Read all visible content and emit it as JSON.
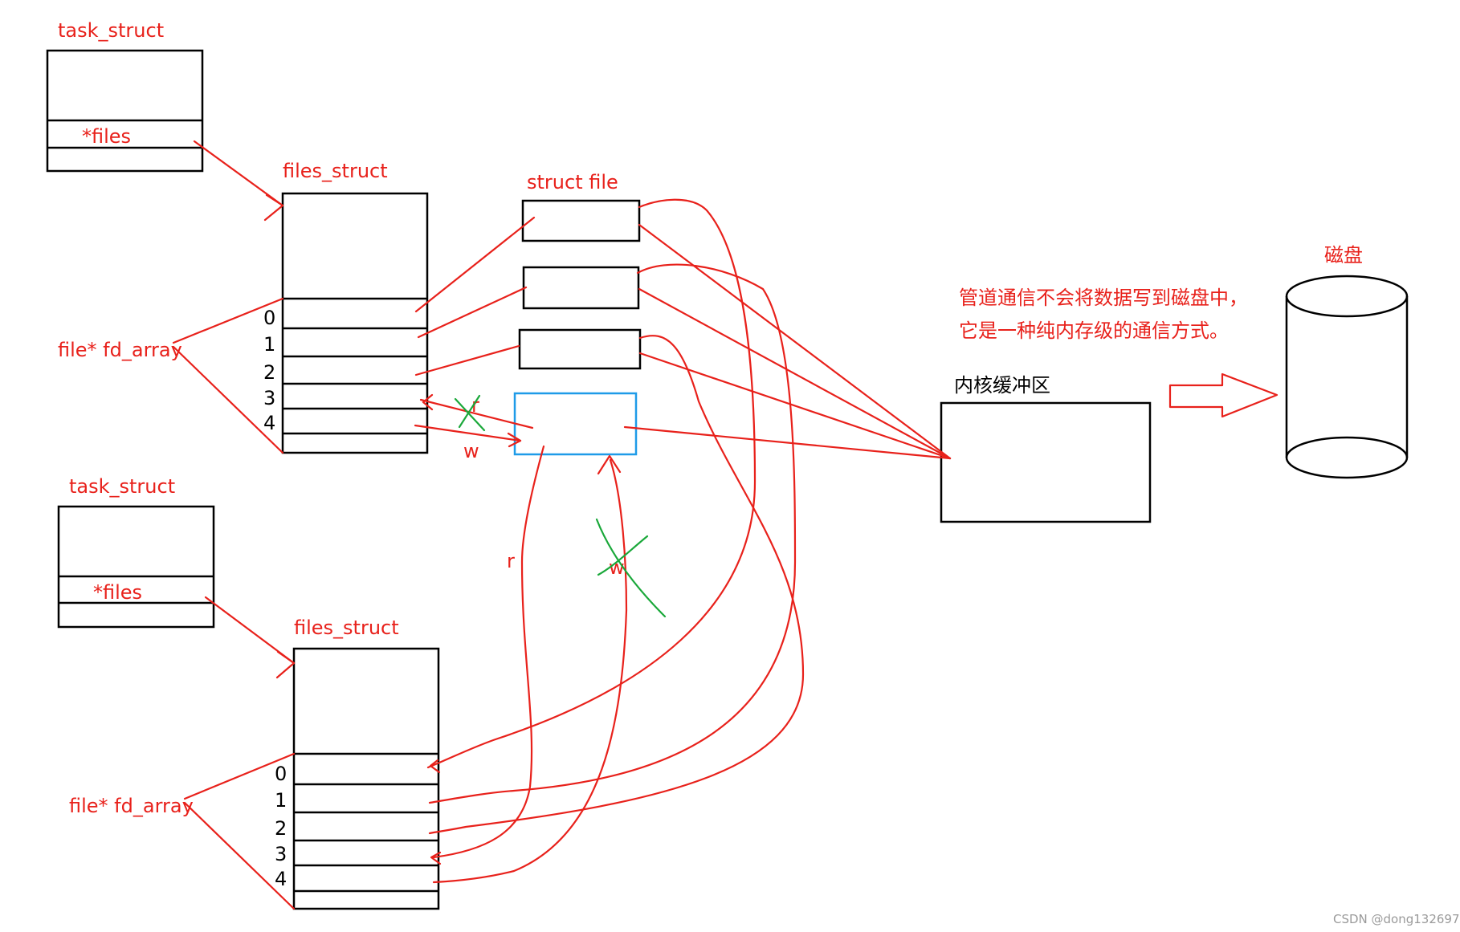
{
  "process_a": {
    "task_struct": "task_struct",
    "files_ptr": "*files",
    "files_struct": "files_struct",
    "fd_array": "file* fd_array",
    "indices": [
      "0",
      "1",
      "2",
      "3",
      "4"
    ]
  },
  "process_b": {
    "task_struct": "task_struct",
    "files_ptr": "*files",
    "files_struct": "files_struct",
    "fd_array": "file* fd_array",
    "indices": [
      "0",
      "1",
      "2",
      "3",
      "4"
    ]
  },
  "struct_file_label": "struct file",
  "pipe_labels": {
    "top_r": "r",
    "top_w": "w",
    "bottom_r": "r",
    "bottom_w": "w"
  },
  "kernel_buffer": "内核缓冲区",
  "disk": "磁盘",
  "note_lines": [
    "管道通信不会将数据写到磁盘中，",
    "它是一种纯内存级的通信方式。"
  ],
  "watermark": "CSDN @dong132697",
  "colors": {
    "annotation": "#e8211b",
    "pipe_file": "#1e9be8",
    "cross_mark": "#1aa83a",
    "box": "#000000"
  }
}
